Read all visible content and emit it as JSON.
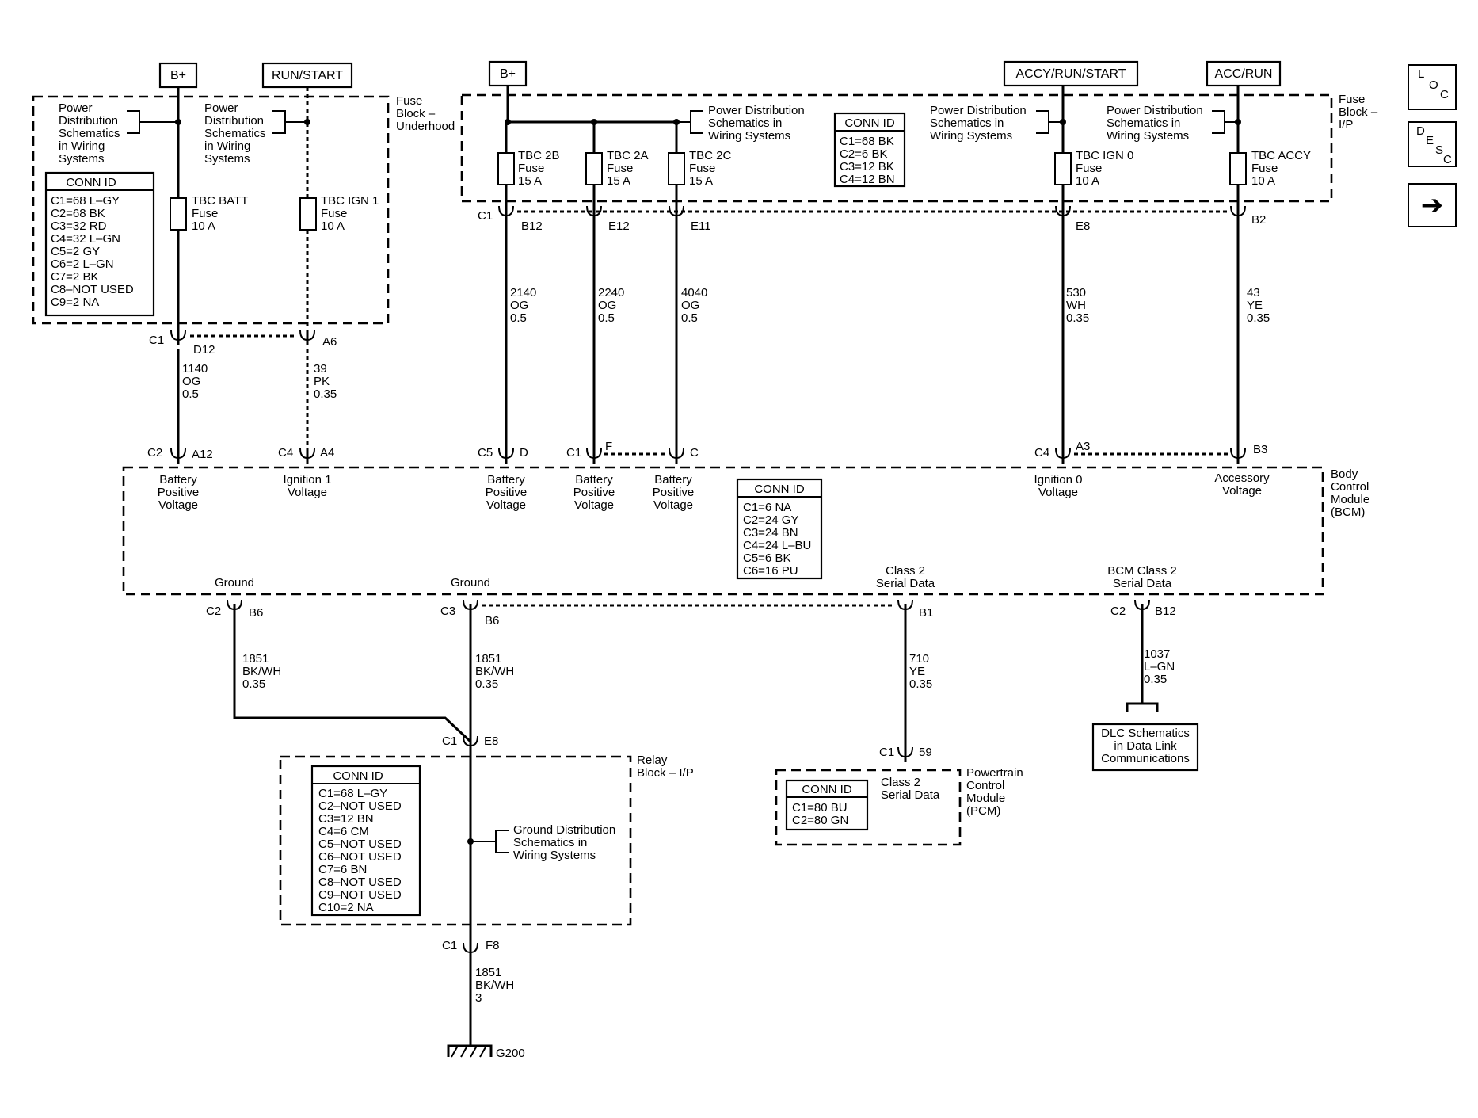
{
  "power_sources": {
    "b_plus_left": "B+",
    "run_start": "RUN/START",
    "b_plus_right": "B+",
    "accy_run_start": "ACCY/RUN/START",
    "acc_run": "ACC/RUN"
  },
  "fuse_block_underhood": {
    "label": [
      "Fuse",
      "Block –",
      "Underhood"
    ],
    "power_dist_ref_1": [
      "Power",
      "Distribution",
      "Schematics",
      "in Wiring",
      "Systems"
    ],
    "power_dist_ref_2": [
      "Power",
      "Distribution",
      "Schematics",
      "in Wiring",
      "Systems"
    ],
    "conn_id_title": "CONN ID",
    "conn_id": [
      "C1=68 L–GY",
      "C2=68 BK",
      "C3=32 RD",
      "C4=32 L–GN",
      "C5=2 GY",
      "C6=2 L–GN",
      "C7=2 BK",
      "C8–NOT USED",
      "C9=2 NA"
    ],
    "fuse_batt": [
      "TBC BATT",
      "Fuse",
      "10 A"
    ],
    "fuse_ign1": [
      "TBC IGN 1",
      "Fuse",
      "10 A"
    ]
  },
  "fuse_block_ip": {
    "label": [
      "Fuse",
      "Block –",
      "I/P"
    ],
    "power_dist_ref_1": [
      "Power Distribution",
      "Schematics in",
      "Wiring Systems"
    ],
    "power_dist_ref_2": [
      "Power Distribution",
      "Schematics in",
      "Wiring Systems"
    ],
    "power_dist_ref_3": [
      "Power Distribution",
      "Schematics in",
      "Wiring Systems"
    ],
    "conn_id_title": "CONN ID",
    "conn_id": [
      "C1=68 BK",
      "C2=6 BK",
      "C3=12 BK",
      "C4=12 BN"
    ],
    "fuse_2b": [
      "TBC 2B",
      "Fuse",
      "15 A"
    ],
    "fuse_2a": [
      "TBC 2A",
      "Fuse",
      "15 A"
    ],
    "fuse_2c": [
      "TBC 2C",
      "Fuse",
      "15 A"
    ],
    "fuse_ign0": [
      "TBC IGN 0",
      "Fuse",
      "10 A"
    ],
    "fuse_accy": [
      "TBC ACCY",
      "Fuse",
      "10 A"
    ]
  },
  "connectors": {
    "uh_c1": "C1",
    "uh_d12": "D12",
    "uh_a6": "A6",
    "ip_c1": "C1",
    "ip_b12": "B12",
    "ip_e12": "E12",
    "ip_e11": "E11",
    "ip_e8": "E8",
    "ip_b2": "B2",
    "bcm_c2_a12_c": "C2",
    "bcm_a12": "A12",
    "bcm_c4_a4_c": "C4",
    "bcm_a4": "A4",
    "bcm_c5": "C5",
    "bcm_d": "D",
    "bcm_c1": "C1",
    "bcm_f": "F",
    "bcm_c": "C",
    "bcm_c4_a3_c": "C4",
    "bcm_a3": "A3",
    "bcm_b3": "B3",
    "bcm_c2_b6_c": "C2",
    "bcm_b6_a": "B6",
    "bcm_c3": "C3",
    "bcm_b6_b": "B6",
    "bcm_b1": "B1",
    "bcm_c2_b12_c": "C2",
    "bcm_b12": "B12",
    "relay_c1_top": "C1",
    "relay_e8": "E8",
    "relay_c1_bot": "C1",
    "relay_f8": "F8",
    "pcm_c1": "C1",
    "pcm_59": "59"
  },
  "wires": {
    "w1140": [
      "1140",
      "OG",
      "0.5"
    ],
    "w39": [
      "39",
      "PK",
      "0.35"
    ],
    "w2140": [
      "2140",
      "OG",
      "0.5"
    ],
    "w2240": [
      "2240",
      "OG",
      "0.5"
    ],
    "w4040": [
      "4040",
      "OG",
      "0.5"
    ],
    "w530": [
      "530",
      "WH",
      "0.35"
    ],
    "w43": [
      "43",
      "YE",
      "0.35"
    ],
    "w1851_left": [
      "1851",
      "BK/WH",
      "0.35"
    ],
    "w1851_mid": [
      "1851",
      "BK/WH",
      "0.35"
    ],
    "w710": [
      "710",
      "YE",
      "0.35"
    ],
    "w1037": [
      "1037",
      "L–GN",
      "0.35"
    ],
    "w1851_ground": [
      "1851",
      "BK/WH",
      "3"
    ]
  },
  "bcm": {
    "label": [
      "Body",
      "Control",
      "Module",
      "(BCM)"
    ],
    "pin_batt_pos_1": [
      "Battery",
      "Positive",
      "Voltage"
    ],
    "pin_ign1": [
      "Ignition 1",
      "Voltage"
    ],
    "pin_batt_pos_2": [
      "Battery",
      "Positive",
      "Voltage"
    ],
    "pin_batt_pos_3": [
      "Battery",
      "Positive",
      "Voltage"
    ],
    "pin_batt_pos_4": [
      "Battery",
      "Positive",
      "Voltage"
    ],
    "pin_ign0": [
      "Ignition 0",
      "Voltage"
    ],
    "pin_accessory": [
      "Accessory",
      "Voltage"
    ],
    "conn_id_title": "CONN ID",
    "conn_id": [
      "C1=6 NA",
      "C2=24 GY",
      "C3=24 BN",
      "C4=24 L–BU",
      "C5=6 BK",
      "C6=16 PU"
    ],
    "pin_ground_1": "Ground",
    "pin_ground_2": "Ground",
    "pin_class2": [
      "Class 2",
      "Serial Data"
    ],
    "pin_bcm_class2": [
      "BCM Class 2",
      "Serial Data"
    ]
  },
  "relay_block": {
    "label": [
      "Relay",
      "Block – I/P"
    ],
    "conn_id_title": "CONN ID",
    "conn_id": [
      "C1=68 L–GY",
      "C2–NOT USED",
      "C3=12 BN",
      "C4=6 CM",
      "C5–NOT USED",
      "C6–NOT USED",
      "C7=6 BN",
      "C8–NOT USED",
      "C9–NOT USED",
      "C10=2 NA"
    ],
    "ground_dist_ref": [
      "Ground Distribution",
      "Schematics in",
      "Wiring Systems"
    ]
  },
  "pcm": {
    "label": [
      "Powertrain",
      "Control",
      "Module",
      "(PCM)"
    ],
    "pin_class2": [
      "Class 2",
      "Serial Data"
    ],
    "conn_id_title": "CONN ID",
    "conn_id": [
      "C1=80 BU",
      "C2=80 GN"
    ]
  },
  "dlc_ref": [
    "DLC Schematics",
    "in Data Link",
    "Communications"
  ],
  "ground_label": "G200",
  "nav": {
    "loc": [
      "L",
      "O",
      "C"
    ],
    "desc": [
      "D",
      "E",
      "S",
      "C"
    ],
    "next": "➔"
  }
}
